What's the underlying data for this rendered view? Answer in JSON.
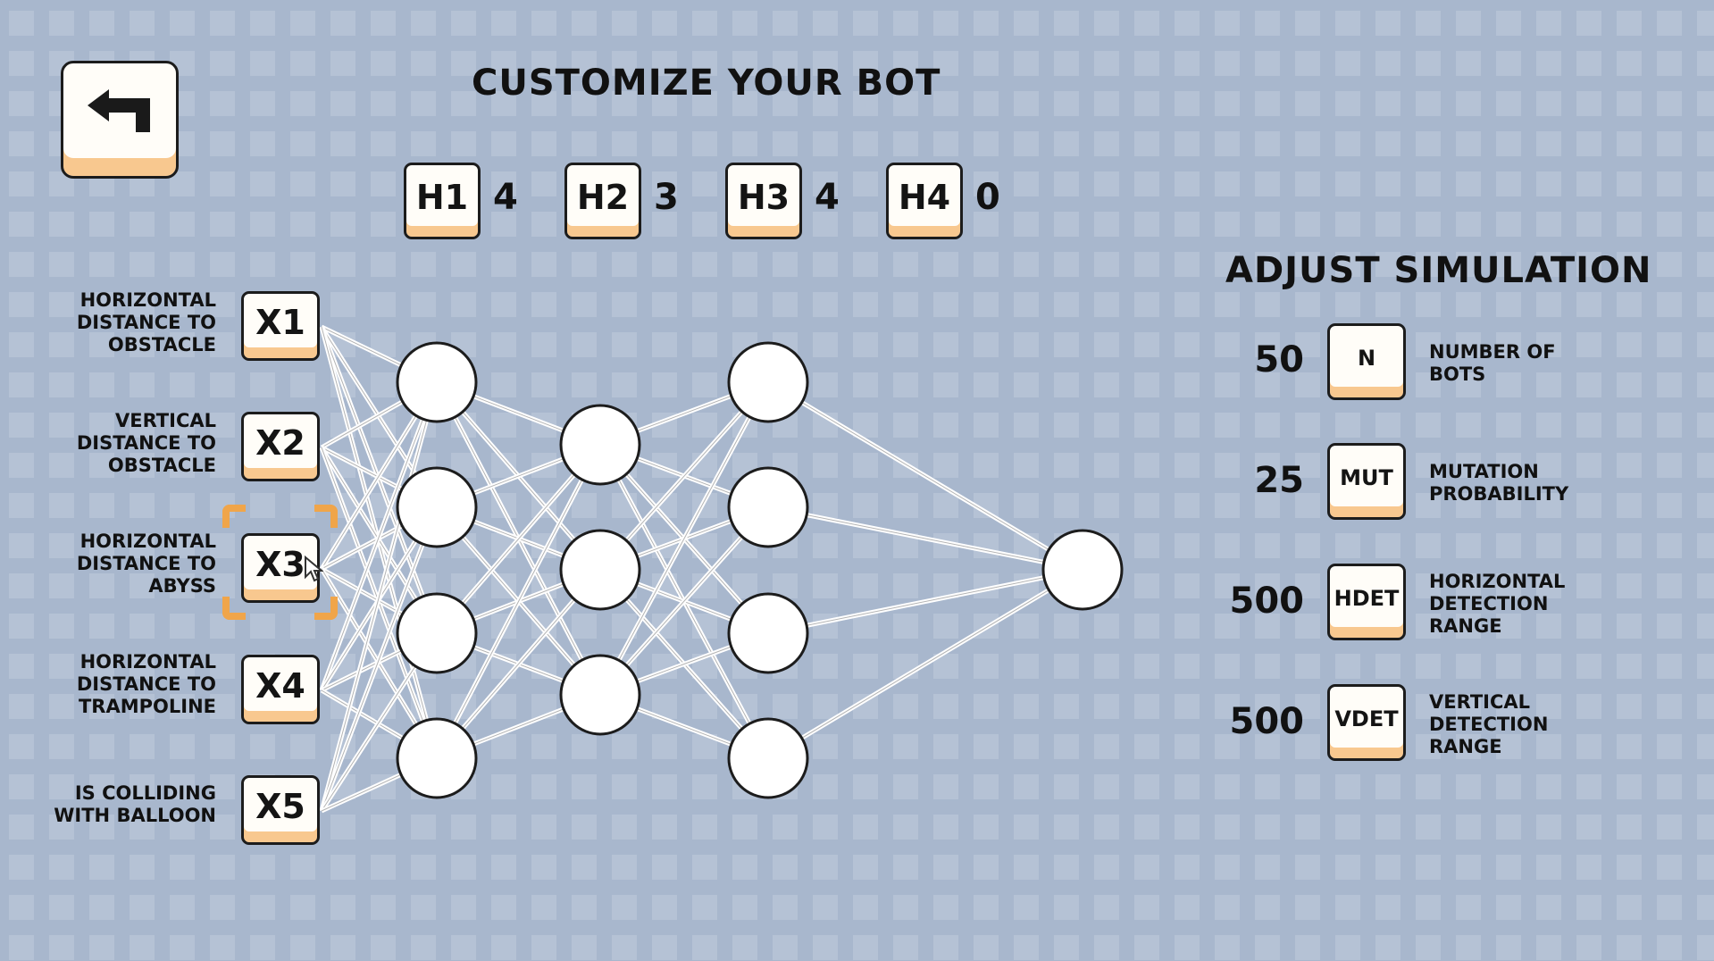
{
  "header": {
    "title": "CUSTOMIZE YOUR BOT",
    "back_icon": "back-arrow-icon"
  },
  "hidden_layers": [
    {
      "key": "H1",
      "value": "4"
    },
    {
      "key": "H2",
      "value": "3"
    },
    {
      "key": "H3",
      "value": "4"
    },
    {
      "key": "H4",
      "value": "0"
    }
  ],
  "inputs": [
    {
      "key": "X1",
      "label_lines": [
        "HORIZONTAL",
        "DISTANCE TO",
        "OBSTACLE"
      ]
    },
    {
      "key": "X2",
      "label_lines": [
        "VERTICAL",
        "DISTANCE TO",
        "OBSTACLE"
      ]
    },
    {
      "key": "X3",
      "label_lines": [
        "HORIZONTAL",
        "DISTANCE TO",
        "ABYSS"
      ]
    },
    {
      "key": "X4",
      "label_lines": [
        "HORIZONTAL",
        "DISTANCE TO",
        "TRAMPOLINE"
      ]
    },
    {
      "key": "X5",
      "label_lines": [
        "IS COLLIDING",
        "WITH BALLOON"
      ]
    }
  ],
  "simulation": {
    "title": "ADJUST SIMULATION",
    "params": [
      {
        "value": "50",
        "key": "N",
        "label_lines": [
          "NUMBER OF",
          "BOTS"
        ]
      },
      {
        "value": "25",
        "key": "MUT",
        "label_lines": [
          "MUTATION",
          "PROBABILITY"
        ]
      },
      {
        "value": "500",
        "key": "HDET",
        "label_lines": [
          "HORIZONTAL",
          "DETECTION",
          "RANGE"
        ]
      },
      {
        "value": "500",
        "key": "VDET",
        "label_lines": [
          "VERTICAL",
          "DETECTION",
          "RANGE"
        ]
      }
    ]
  },
  "network_layers": [
    4,
    3,
    4
  ],
  "colors": {
    "background": "#a8b7cd",
    "key_face": "#fffdf8",
    "key_accent": "#f8c88f",
    "selection": "#f0a54a"
  }
}
